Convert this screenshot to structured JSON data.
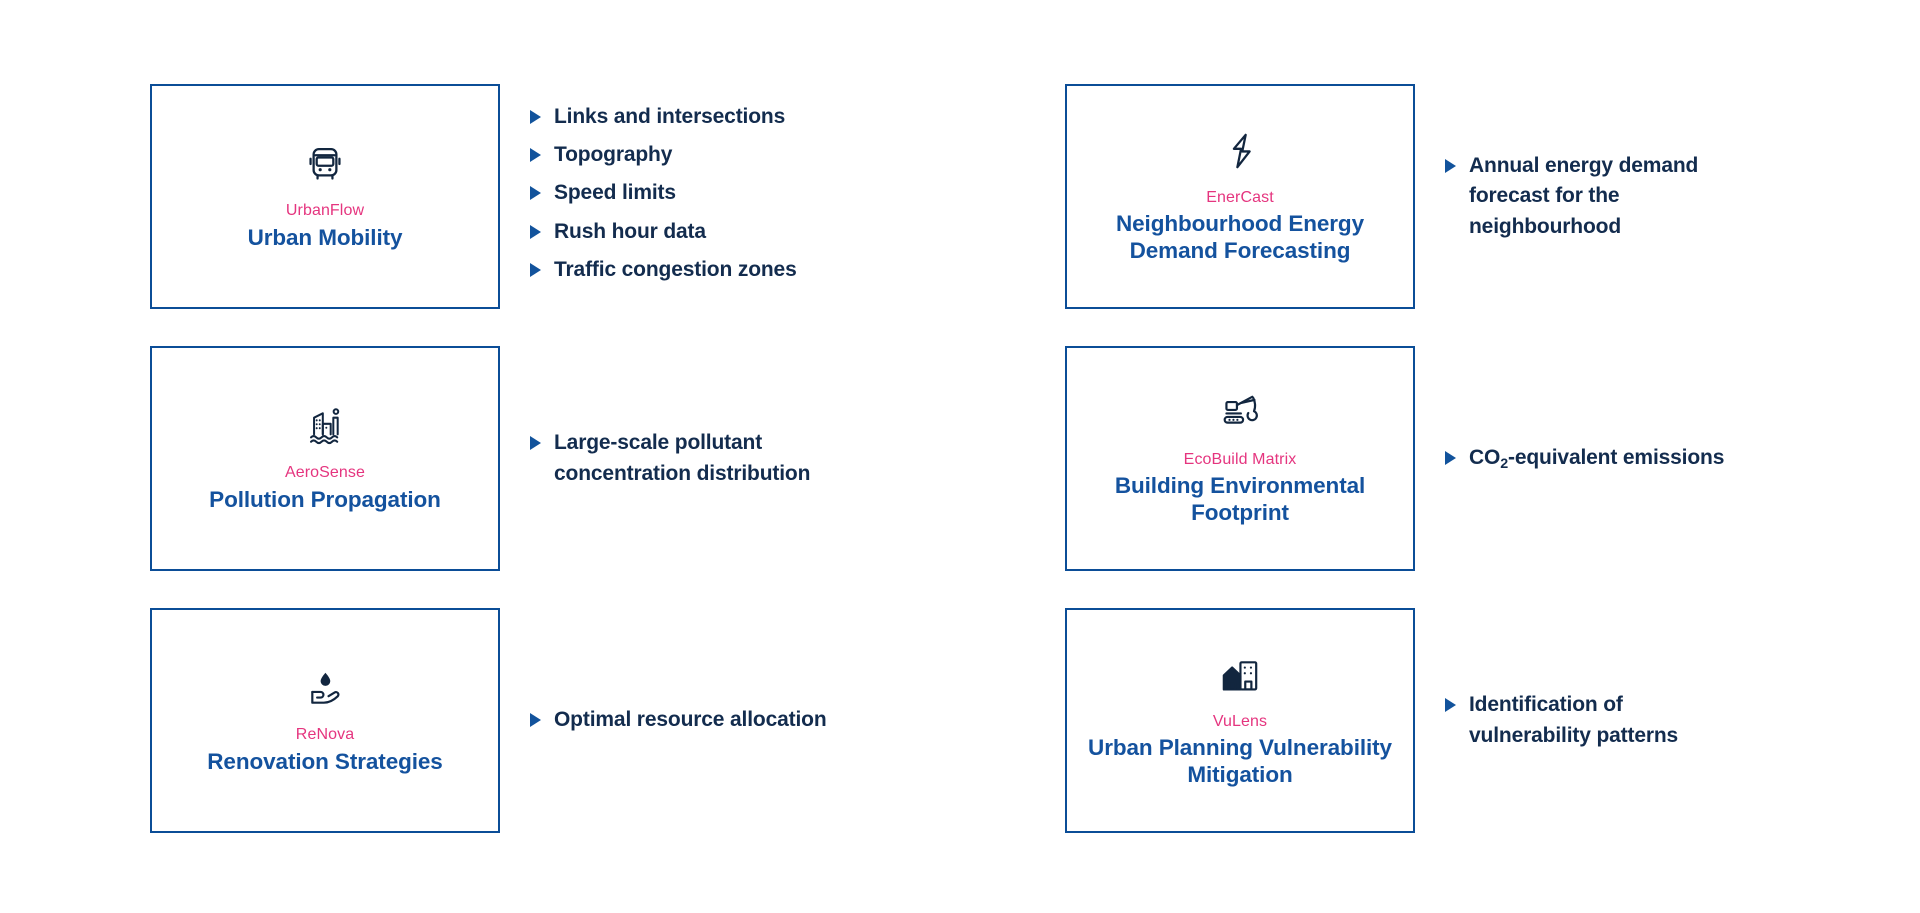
{
  "theme": {
    "card_border": "#0B4D97",
    "brand_pink": "#E5357F",
    "title_blue": "#14529E",
    "bullet_navy": "#132C4E",
    "marker_blue": "#12539C",
    "icon_navy": "#12263F",
    "background": "#FFFFFF"
  },
  "cards": [
    {
      "icon": "bus-icon",
      "brand": "UrbanFlow",
      "title": "Urban\nMobility",
      "bullets": [
        "Links and intersections",
        "Topography",
        "Speed limits",
        "Rush hour data",
        "Traffic congestion zones"
      ]
    },
    {
      "icon": "lightning-bolt-icon",
      "brand": "EnerCast",
      "title": "Neighbourhood Energy\nDemand Forecasting",
      "bullets": [
        "Annual energy demand\nforecast for the\nneighbourhood"
      ]
    },
    {
      "icon": "factory-pollution-icon",
      "brand": "AeroSense",
      "title": "Pollution Propagation",
      "bullets": [
        "Large-scale pollutant\nconcentration distribution"
      ]
    },
    {
      "icon": "excavator-icon",
      "brand": "EcoBuild Matrix",
      "title": "Building Environmental\nFootprint",
      "bullets": [
        "CO2-equivalent emissions"
      ],
      "bullets_html": [
        "CO<sub>2</sub>-equivalent emissions"
      ]
    },
    {
      "icon": "hand-water-drop-icon",
      "brand": "ReNova",
      "title": "Renovation Strategies",
      "bullets": [
        "Optimal resource allocation"
      ]
    },
    {
      "icon": "house-building-icon",
      "brand": "VuLens",
      "title": "Urban Planning\nVulnerability Mitigation",
      "bullets": [
        "Identification of\nvulnerability patterns"
      ]
    }
  ]
}
